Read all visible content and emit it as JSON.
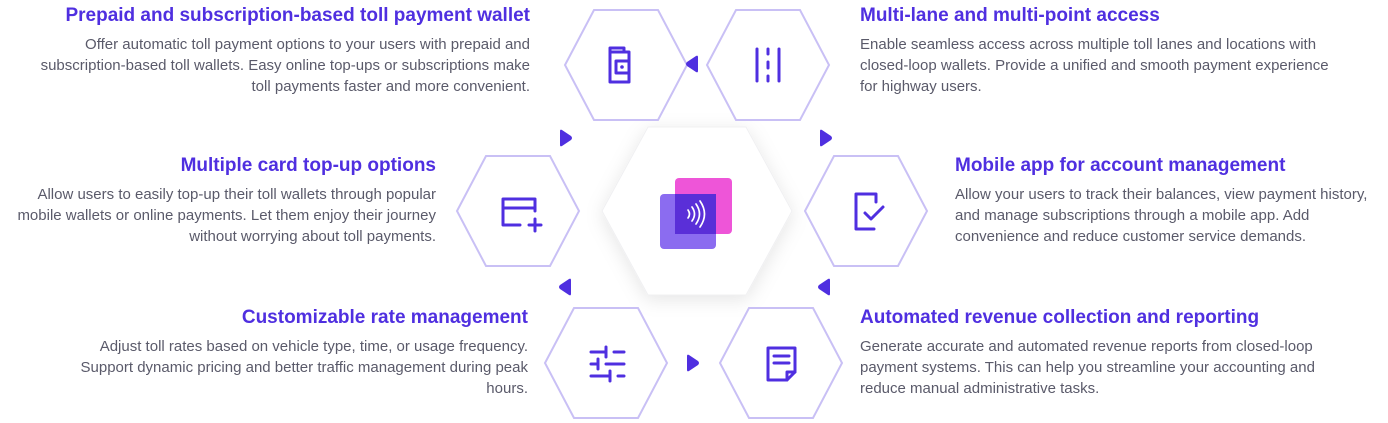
{
  "colors": {
    "accent": "#4f2fe0",
    "outline": "#c9c0f5",
    "text": "#5a5a6a",
    "arrow": "#4f2fe0",
    "center_back": "#8b6cf0",
    "center_front": "#ee55d8"
  },
  "features": [
    {
      "title": "Prepaid and subscription-based toll payment wallet",
      "description": "Offer automatic toll payment options to your users with prepaid and subscription-based toll wallets. Easy online top-ups or subscriptions make toll payments faster and more convenient.",
      "icon": "wallet-icon"
    },
    {
      "title": "Multiple card top-up options",
      "description": "Allow users to easily top-up their toll wallets through popular mobile wallets or online payments. Let them enjoy their journey without worrying about toll payments.",
      "icon": "card-plus-icon"
    },
    {
      "title": "Customizable rate management",
      "description": "Adjust toll rates based on vehicle type, time, or usage frequency. Support dynamic pricing and better traffic management during peak hours.",
      "icon": "sliders-icon"
    },
    {
      "title": "Multi-lane and multi-point access",
      "description": "Enable seamless access across multiple toll lanes and locations with closed-loop wallets. Provide a unified and smooth payment experience for highway users.",
      "icon": "lanes-icon"
    },
    {
      "title": "Mobile app for account management",
      "description": "Allow your users to track their balances, view payment history, and manage subscriptions through a mobile app. Add convenience and reduce customer service demands.",
      "icon": "mobile-check-icon"
    },
    {
      "title": "Automated revenue collection and reporting",
      "description": "Generate accurate and automated revenue reports from closed-loop payment systems. This can help you streamline your accounting and reduce manual administrative tasks.",
      "icon": "report-icon"
    }
  ],
  "center_icon": "contactless-payment-icon"
}
